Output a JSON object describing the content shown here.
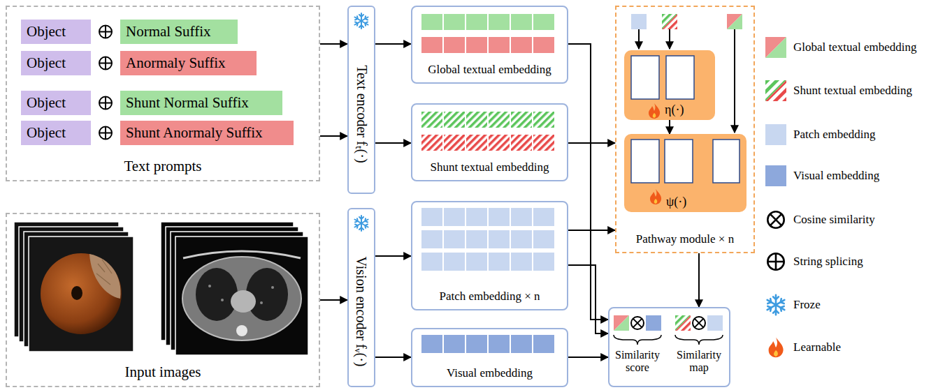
{
  "diagram": {
    "nodes": [
      {
        "text": [
          "Text prompts"
        ]
      },
      {
        "text": [
          "Object"
        ],
        "in": 0
      },
      {
        "text": [
          "Normal Suffix"
        ],
        "in": 0
      },
      {
        "text": [
          "Object"
        ],
        "in": 0
      },
      {
        "text": [
          "Anormaly Suffix"
        ],
        "in": 0
      },
      {
        "text": [
          "Object"
        ],
        "in": 0
      },
      {
        "text": [
          "Shunt Normal Suffix"
        ],
        "in": 0
      },
      {
        "text": [
          "Object"
        ],
        "in": 0
      },
      {
        "text": [
          "Shunt Anormaly Suffix"
        ],
        "in": 0
      },
      {
        "text": [
          "Input images"
        ]
      },
      {
        "text": [
          "Text encoder fₜ(·)"
        ]
      },
      {
        "text": [
          "Vision encoder fᵥ(·)"
        ]
      },
      {
        "text": [
          "Global textual embedding"
        ]
      },
      {
        "text": [
          "Shunt textual embedding"
        ]
      },
      {
        "text": [
          "Patch embedding × n"
        ]
      },
      {
        "text": [
          "Visual embedding"
        ]
      },
      {
        "text": [
          "Pathway module × n"
        ]
      },
      {
        "text": [
          "η(·)"
        ],
        "in": 16
      },
      {
        "text": [
          "ψ(·)"
        ],
        "in": 16
      },
      {
        "text": [
          "Similarity score",
          "Similarity map"
        ]
      }
    ],
    "edges": [
      {
        "from": 0,
        "to": 10,
        "arrow": "to"
      },
      {
        "from": 0,
        "to": 10,
        "arrow": "to"
      },
      {
        "from": 9,
        "to": 11,
        "arrow": "to"
      },
      {
        "from": 10,
        "to": 12,
        "arrow": "to"
      },
      {
        "from": 10,
        "to": 13,
        "arrow": "to"
      },
      {
        "from": 11,
        "to": 14,
        "arrow": "to"
      },
      {
        "from": 11,
        "to": 15,
        "arrow": "to"
      },
      {
        "from": 12,
        "to": 19,
        "arrow": "to"
      },
      {
        "from": 13,
        "to": 16,
        "arrow": "to"
      },
      {
        "from": 14,
        "to": 16,
        "arrow": "to"
      },
      {
        "from": 14,
        "to": 19,
        "arrow": "to"
      },
      {
        "from": 15,
        "to": 19,
        "arrow": "to"
      },
      {
        "from": 16,
        "to": 19,
        "arrow": "to"
      },
      {
        "from": 17,
        "to": 18,
        "arrow": "to"
      }
    ],
    "legend": [
      {
        "text": "Global textual embedding"
      },
      {
        "text": "Shunt textual embedding"
      },
      {
        "text": "Patch embedding",
        "color": "#c8d7f0"
      },
      {
        "text": "Visual embedding",
        "color": "#8da8dc"
      },
      {
        "text": "Cosine similarity"
      },
      {
        "text": "String splicing"
      },
      {
        "text": "Froze"
      },
      {
        "text": "Learnable"
      }
    ]
  }
}
